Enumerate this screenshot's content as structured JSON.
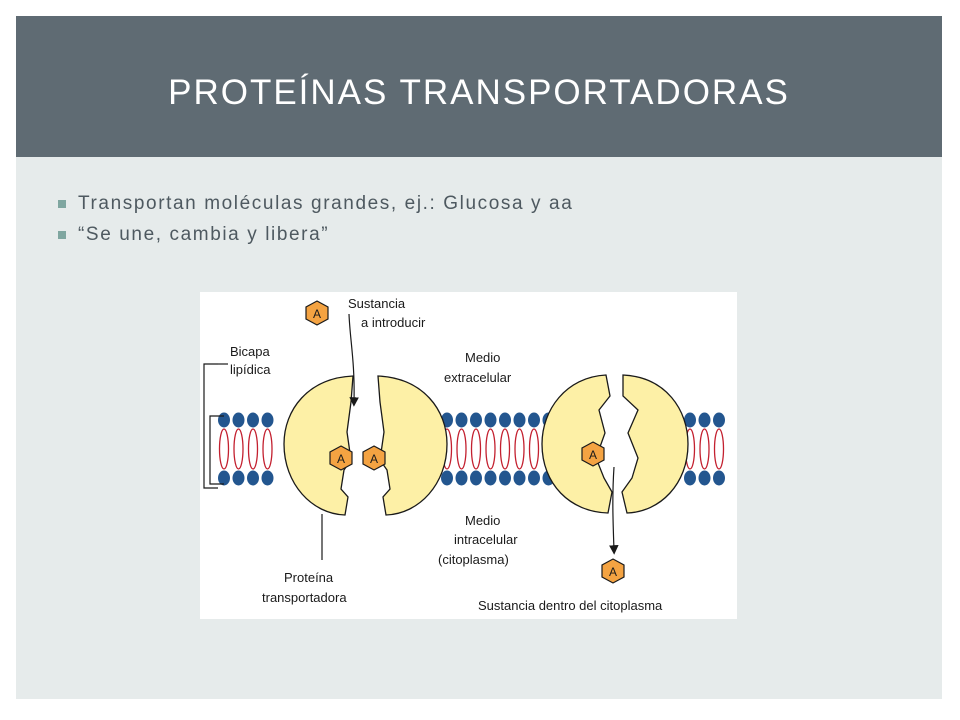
{
  "slide": {
    "title": "PROTEÍNAS TRANSPORTADORAS",
    "bullets": [
      "Transportan moléculas grandes, ej.: Glucosa y aa",
      "“Se une, cambia y libera”"
    ]
  },
  "figure": {
    "labels": {
      "sustancia_1": "Sustancia",
      "sustancia_2": "a introducir",
      "bicapa_1": "Bicapa",
      "bicapa_2": "lipídica",
      "extra_1": "Medio",
      "extra_2": "extracelular",
      "intra_1": "Medio",
      "intra_2": "intracelular",
      "intra_3": "(citoplasma)",
      "proteina_1": "Proteína",
      "proteina_2": "transportadora",
      "dentro": "Sustancia dentro del citoplasma"
    },
    "molecule_letter": "A",
    "colors": {
      "protein_fill": "#fdf0a6",
      "molecule_fill": "#f4a342",
      "head_fill": "#23568f",
      "tail_stroke": "#c3202f"
    }
  }
}
